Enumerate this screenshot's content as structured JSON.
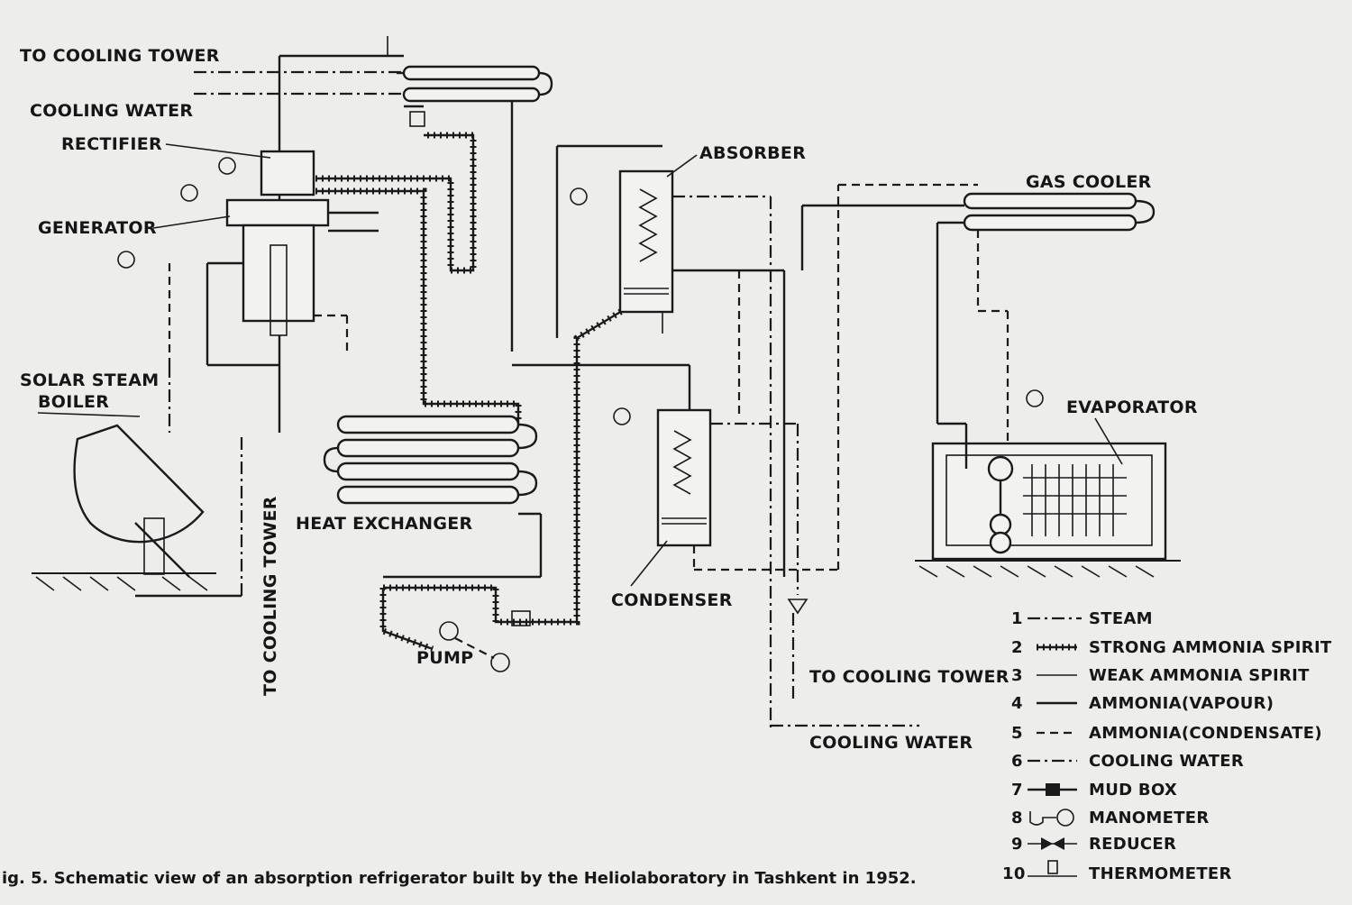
{
  "labels": {
    "to_cooling_tower_top": "TO COOLING TOWER",
    "cooling_water_top": "COOLING WATER",
    "rectifier": "RECTIFIER",
    "generator": "GENERATOR",
    "solar_steam_boiler_line1": "SOLAR STEAM",
    "solar_steam_boiler_line2": "BOILER",
    "to_cooling_tower_vertical": "TO COOLING TOWER",
    "heat_exchanger": "HEAT EXCHANGER",
    "pump": "PUMP",
    "absorber": "ABSORBER",
    "condenser": "CONDENSER",
    "gas_cooler": "GAS COOLER",
    "evaporator": "EVAPORATOR",
    "to_cooling_tower_bottom": "TO COOLING TOWER",
    "cooling_water_bottom": "COOLING WATER"
  },
  "legend": [
    {
      "num": "1",
      "text": "STEAM"
    },
    {
      "num": "2",
      "text": "STRONG AMMONIA SPIRIT"
    },
    {
      "num": "3",
      "text": "WEAK AMMONIA SPIRIT"
    },
    {
      "num": "4",
      "text": "AMMONIA(VAPOUR)"
    },
    {
      "num": "5",
      "text": "AMMONIA(CONDENSATE)"
    },
    {
      "num": "6",
      "text": "COOLING WATER"
    },
    {
      "num": "7",
      "text": "MUD BOX"
    },
    {
      "num": "8",
      "text": "MANOMETER"
    },
    {
      "num": "9",
      "text": "REDUCER"
    },
    {
      "num": "10",
      "text": "THERMOMETER"
    }
  ],
  "caption": "ig. 5. Schematic view of an absorption refrigerator built by the Heliolaboratory in Tashkent in 1952.",
  "colors": {
    "ink": "#1a1a1a",
    "paper": "#ededeb"
  }
}
